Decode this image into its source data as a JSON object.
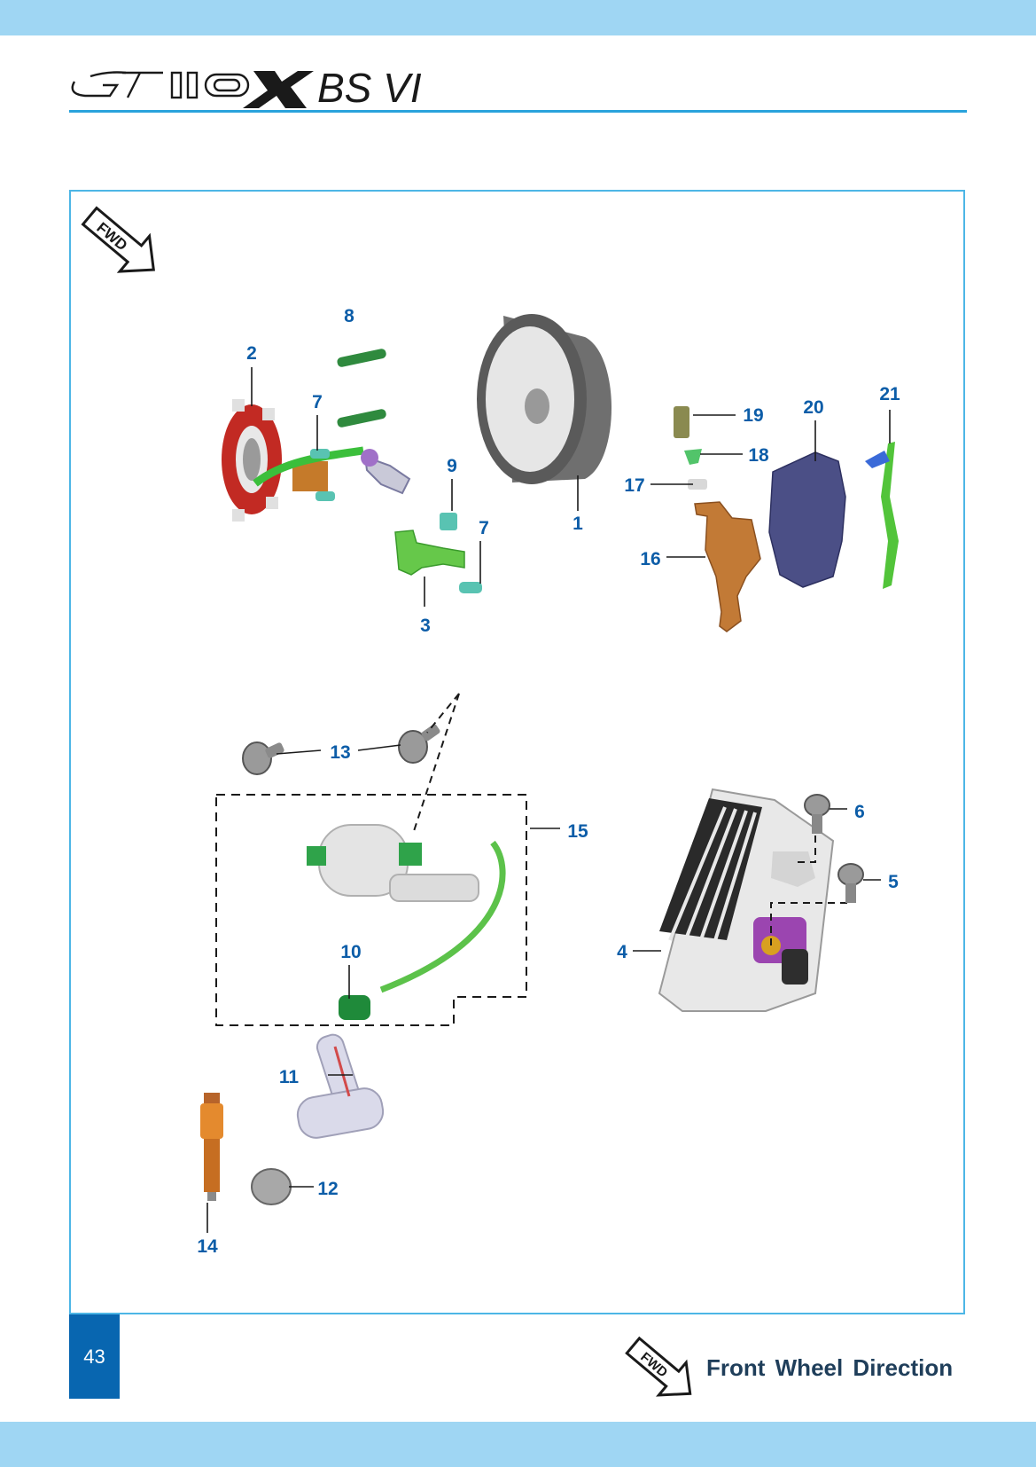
{
  "header": {
    "model_logo": "GT 110X",
    "model_suffix": "BS VI"
  },
  "fwd_icon_label": "FWD",
  "callouts": {
    "c1": "1",
    "c2": "2",
    "c3": "3",
    "c4": "4",
    "c5": "5",
    "c6": "6",
    "c7a": "7",
    "c7b": "7",
    "c8": "8",
    "c9": "9",
    "c10": "10",
    "c11": "11",
    "c12": "12",
    "c13": "13",
    "c14": "14",
    "c15": "15",
    "c16": "16",
    "c17": "17",
    "c18": "18",
    "c19": "19",
    "c20": "20",
    "c21": "21"
  },
  "footer": {
    "page_number": "43",
    "legend_text": "Front Wheel Direction"
  },
  "colors": {
    "band": "#9fd6f3",
    "rule": "#2aa3dc",
    "callout": "#0c5da8",
    "page_box": "#0866b0"
  }
}
